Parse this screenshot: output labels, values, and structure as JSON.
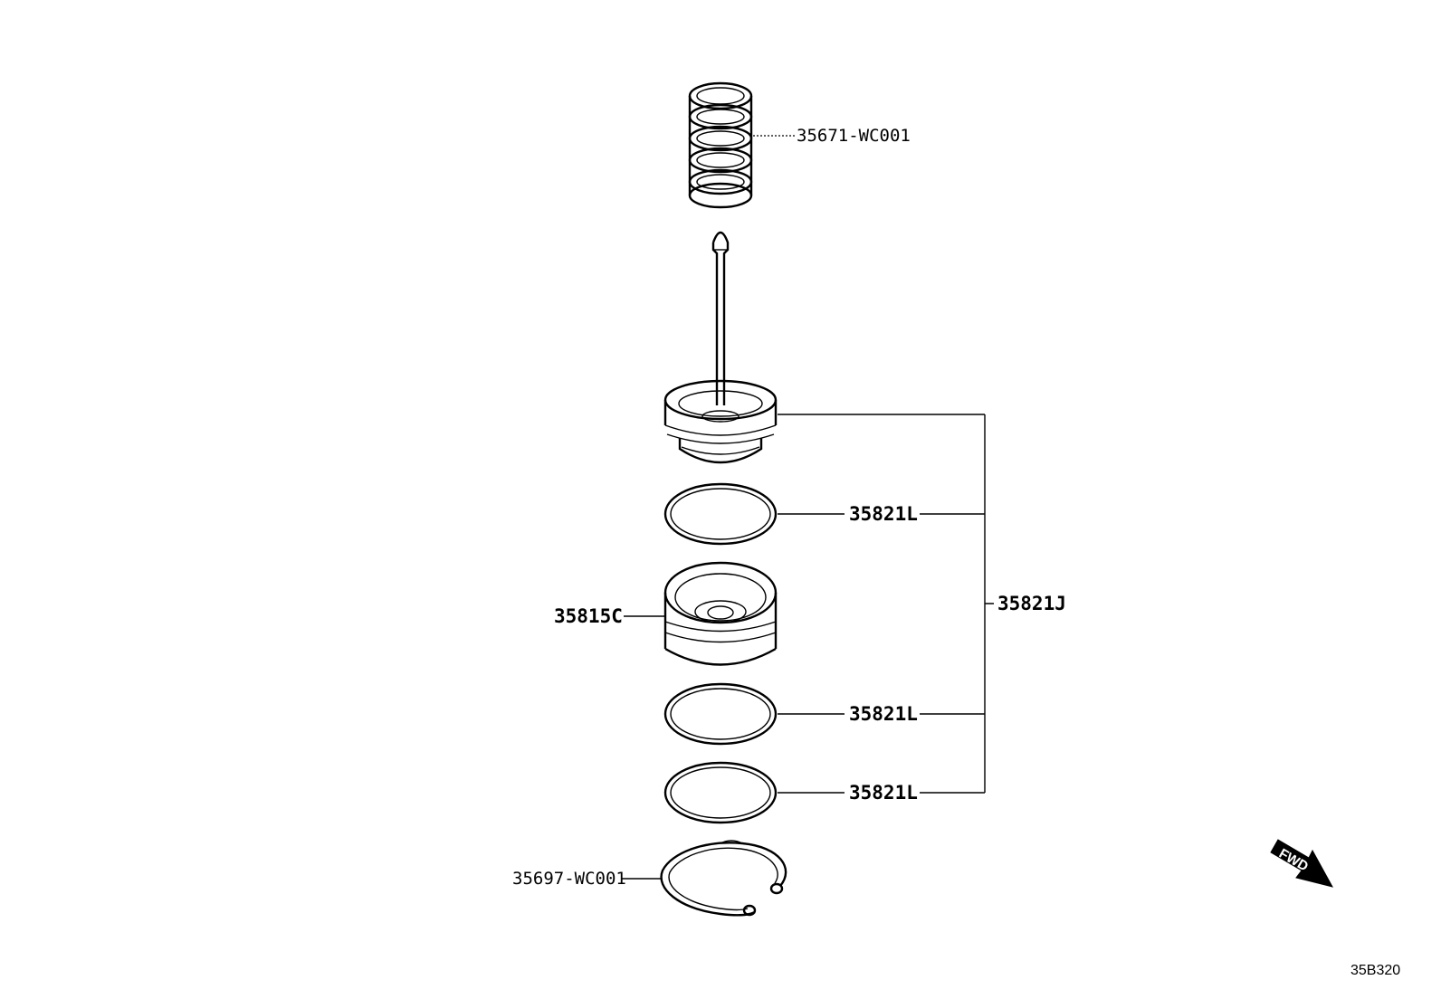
{
  "labels": {
    "spring": "35671-WC001",
    "oring_1": "35821L",
    "seal_kit": "35821J",
    "piston": "35815C",
    "oring_2": "35821L",
    "oring_3": "35821L",
    "snap_ring": "35697-WC001"
  },
  "direction_indicator": "FWD",
  "figure_code": "35B320",
  "icons": [
    "compression-spring",
    "valve-plunger",
    "o-ring",
    "piston-cup",
    "snap-ring",
    "fwd-arrow"
  ]
}
